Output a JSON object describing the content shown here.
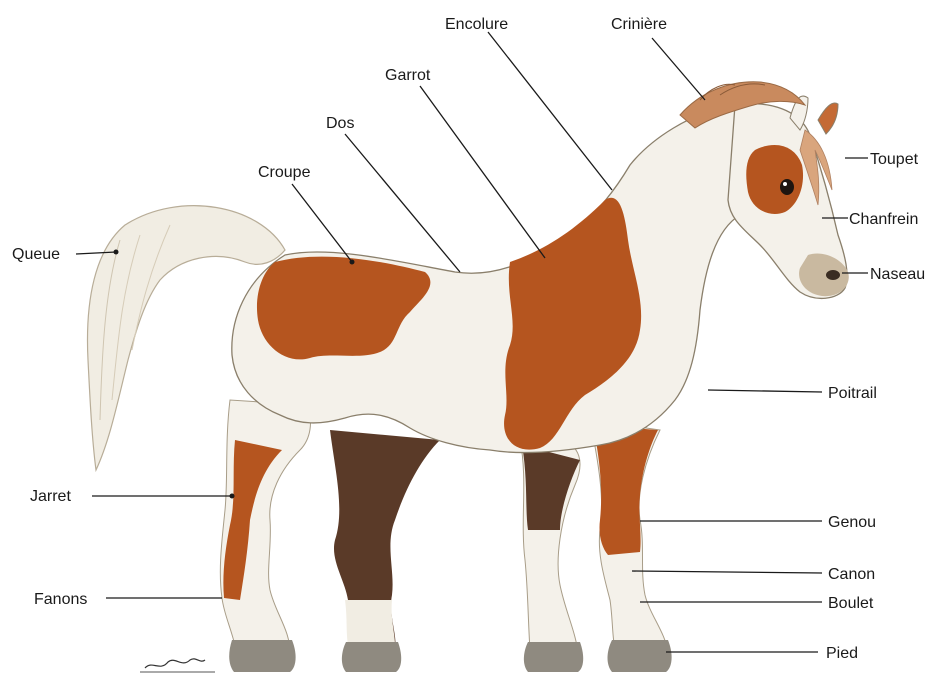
{
  "diagram": {
    "colors": {
      "coat_white": "#f4f1ea",
      "coat_brown": "#b5551f",
      "coat_dark_brown": "#5a3a28",
      "hoof": "#8f8a80",
      "muzzle": "#c9b9a0",
      "outline": "#7a6e60"
    },
    "labels": {
      "encolure": "Encolure",
      "criniere": "Crinière",
      "garrot": "Garrot",
      "dos": "Dos",
      "croupe": "Croupe",
      "queue": "Queue",
      "toupet": "Toupet",
      "chanfrein": "Chanfrein",
      "naseau": "Naseau",
      "poitrail": "Poitrail",
      "jarret": "Jarret",
      "genou": "Genou",
      "fanons": "Fanons",
      "canon": "Canon",
      "boulet": "Boulet",
      "pied": "Pied"
    }
  }
}
